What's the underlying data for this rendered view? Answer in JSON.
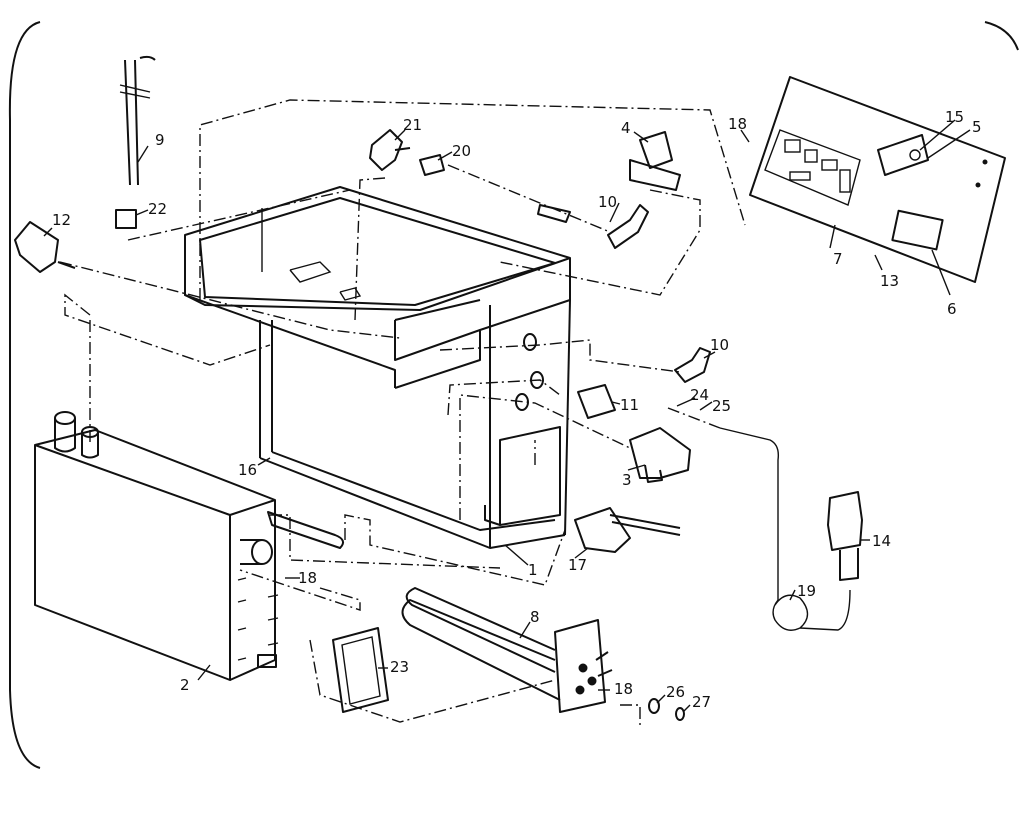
{
  "labels": [
    {
      "id": "1",
      "text": "1"
    },
    {
      "id": "2",
      "text": "2"
    },
    {
      "id": "3",
      "text": "3"
    },
    {
      "id": "4",
      "text": "4"
    },
    {
      "id": "5",
      "text": "5"
    },
    {
      "id": "6",
      "text": "6"
    },
    {
      "id": "7",
      "text": "7"
    },
    {
      "id": "8",
      "text": "8"
    },
    {
      "id": "9",
      "text": "9"
    },
    {
      "id": "10a",
      "text": "10"
    },
    {
      "id": "10b",
      "text": "10"
    },
    {
      "id": "11",
      "text": "11"
    },
    {
      "id": "12",
      "text": "12"
    },
    {
      "id": "13",
      "text": "13"
    },
    {
      "id": "14",
      "text": "14"
    },
    {
      "id": "15",
      "text": "15"
    },
    {
      "id": "16",
      "text": "16"
    },
    {
      "id": "17",
      "text": "17"
    },
    {
      "id": "18a",
      "text": "18"
    },
    {
      "id": "18b",
      "text": "18"
    },
    {
      "id": "18c",
      "text": "18"
    },
    {
      "id": "19",
      "text": "19"
    },
    {
      "id": "20",
      "text": "20"
    },
    {
      "id": "21",
      "text": "21"
    },
    {
      "id": "22",
      "text": "22"
    },
    {
      "id": "23",
      "text": "23"
    },
    {
      "id": "24",
      "text": "24"
    },
    {
      "id": "25",
      "text": "25"
    },
    {
      "id": "26",
      "text": "26"
    },
    {
      "id": "27",
      "text": "27"
    }
  ],
  "colors": {
    "ink": "#111111",
    "paper": "#ffffff"
  }
}
